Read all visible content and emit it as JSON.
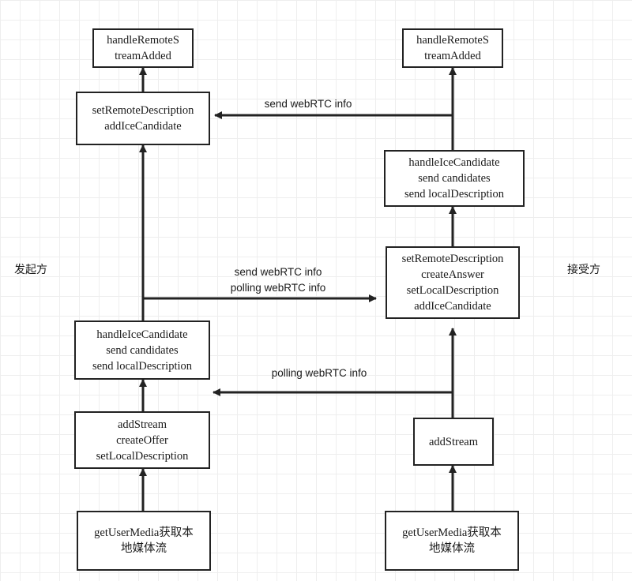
{
  "sides": {
    "initiator": "发起方",
    "receiver": "接受方"
  },
  "initiator": {
    "get_user_media": "getUserMedia获取本\n地媒体流",
    "add_stream": "addStream\ncreateOffer\nsetLocalDescription",
    "handle_ice": "handleIceCandidate\nsend candidates\nsend localDescription",
    "set_remote": "setRemoteDescription\naddIceCandidate",
    "handle_remote_stream": "handleRemoteS\ntreamAdded"
  },
  "receiver": {
    "get_user_media": "getUserMedia获取本\n地媒体流",
    "add_stream": "addStream",
    "set_remote": "setRemoteDescription\ncreateAnswer\nsetLocalDescription\naddIceCandidate",
    "handle_ice": "handleIceCandidate\nsend candidates\nsend localDescription",
    "handle_remote_stream": "handleRemoteS\ntreamAdded"
  },
  "messages": {
    "receiver_to_initiator_top": "send webRTC info",
    "initiator_to_receiver": "send webRTC info\npolling webRTC info",
    "receiver_to_initiator_bottom": "polling webRTC info"
  },
  "colors": {
    "line": "#222222",
    "grid": "#eeeeee"
  }
}
